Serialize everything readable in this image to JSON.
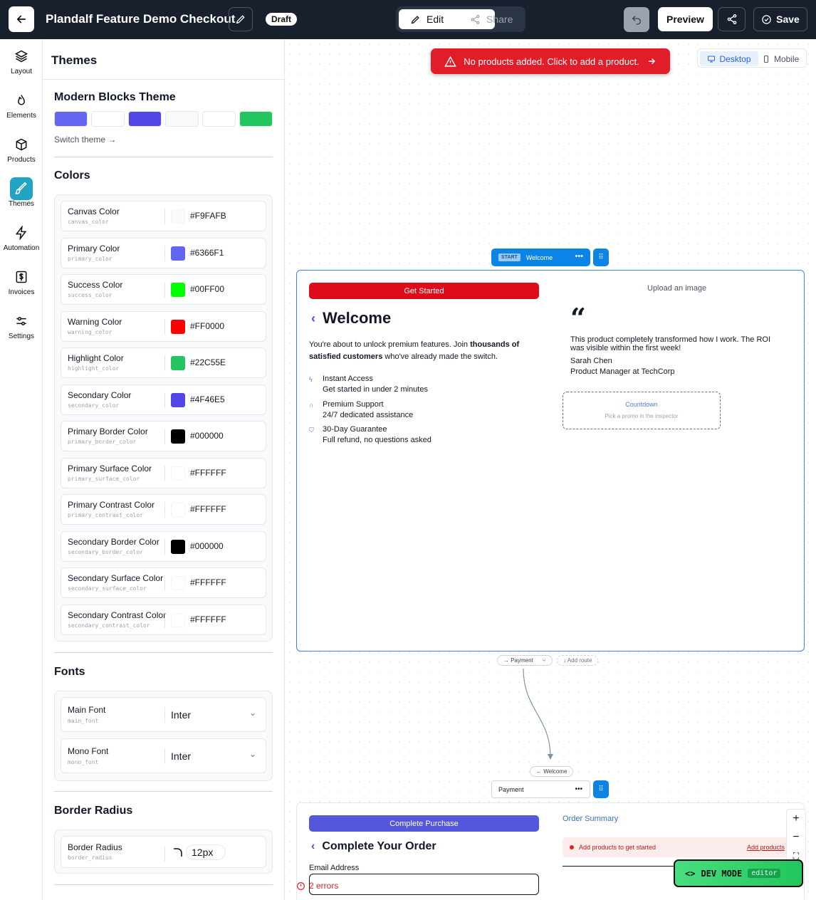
{
  "header": {
    "title": "Plandalf Feature Demo Checkout",
    "status_badge": "Draft",
    "edit_label": "Edit",
    "share_tab_label": "Share",
    "preview_label": "Preview",
    "save_label": "Save"
  },
  "rail": [
    {
      "label": "Layout",
      "icon": "layers-icon"
    },
    {
      "label": "Elements",
      "icon": "flame-icon"
    },
    {
      "label": "Products",
      "icon": "box-icon"
    },
    {
      "label": "Themes",
      "icon": "brush-icon",
      "active": true
    },
    {
      "label": "Automation",
      "icon": "bolt-icon"
    },
    {
      "label": "Invoices",
      "icon": "dollar-file-icon"
    },
    {
      "label": "Settings",
      "icon": "sliders-icon"
    }
  ],
  "panel": {
    "title": "Themes",
    "theme_name": "Modern Blocks Theme",
    "theme_swatches": [
      "#6366f1",
      "#ffffff",
      "#4f46e5",
      "#f9fafb",
      "#ffffff",
      "#22c55e"
    ],
    "switch_theme": "Switch theme →",
    "colors_heading": "Colors",
    "colors": [
      {
        "label": "Canvas Color",
        "key": "canvas_color",
        "hex": "#F9FAFB",
        "swatch": "#F9FAFB"
      },
      {
        "label": "Primary Color",
        "key": "primary_color",
        "hex": "#6366F1",
        "swatch": "#6366F1"
      },
      {
        "label": "Success Color",
        "key": "success_color",
        "hex": "#00FF00",
        "swatch": "#00FF00"
      },
      {
        "label": "Warning Color",
        "key": "warning_color",
        "hex": "#FF0000",
        "swatch": "#FF0000"
      },
      {
        "label": "Highlight Color",
        "key": "highlight_color",
        "hex": "#22C55E",
        "swatch": "#22C55E"
      },
      {
        "label": "Secondary Color",
        "key": "secondary_color",
        "hex": "#4F46E5",
        "swatch": "#4F46E5"
      },
      {
        "label": "Primary Border Color",
        "key": "primary_border_color",
        "hex": "#000000",
        "swatch": "#000000"
      },
      {
        "label": "Primary Surface Color",
        "key": "primary_surface_color",
        "hex": "#FFFFFF",
        "swatch": "#FFFFFF"
      },
      {
        "label": "Primary Contrast Color",
        "key": "primary_contrast_color",
        "hex": "#FFFFFF",
        "swatch": "#FFFFFF"
      },
      {
        "label": "Secondary Border Color",
        "key": "secondary_border_color",
        "hex": "#000000",
        "swatch": "#000000"
      },
      {
        "label": "Secondary Surface Color",
        "key": "secondary_surface_color",
        "hex": "#FFFFFF",
        "swatch": "#FFFFFF"
      },
      {
        "label": "Secondary Contrast Color",
        "key": "secondary_contrast_color",
        "hex": "#FFFFFF",
        "swatch": "#FFFFFF"
      }
    ],
    "fonts_heading": "Fonts",
    "fonts": [
      {
        "label": "Main Font",
        "key": "main_font",
        "value": "Inter"
      },
      {
        "label": "Mono Font",
        "key": "mono_font",
        "value": "Inter"
      }
    ],
    "radius_heading": "Border Radius",
    "radius": {
      "label": "Border Radius",
      "key": "border_radius",
      "value": "12px"
    }
  },
  "canvas": {
    "alert": "No products added. Click to add a product.",
    "view_desktop": "Desktop",
    "view_mobile": "Mobile",
    "node1": {
      "tag": "START",
      "name": "Welcome"
    },
    "welcome": {
      "button": "Get Started",
      "button_color": "#e00b1a",
      "heading": "Welcome",
      "intro_a": "You're about to unlock premium features. Join ",
      "intro_b": "thousands of satisfied customers",
      "intro_c": " who've already made the switch.",
      "features": [
        {
          "title": "Instant Access",
          "desc": "Get started in under 2 minutes",
          "icon": "bolt-icon"
        },
        {
          "title": "Premium Support",
          "desc": "24/7 dedicated assistance",
          "icon": "headset-icon"
        },
        {
          "title": "30-Day Guarantee",
          "desc": "Full refund, no questions asked",
          "icon": "shield-icon"
        }
      ],
      "upload": "Upload an image",
      "quote": "This product completely transformed how I work. The ROI was visible within the first week!",
      "author": "Sarah Chen",
      "role": "Product Manager at TechCorp",
      "countdown_title": "Countdown",
      "countdown_hint": "Pick a promo in the inspector"
    },
    "edge_payment": "→ Payment",
    "edge_add_route": "↓ Add route",
    "edge_back": "← Welcome",
    "node2": {
      "name": "Payment"
    },
    "payment": {
      "button": "Complete Purchase",
      "button_color": "#5457d9",
      "heading": "Complete Your Order",
      "email_label": "Email Address",
      "summary": "Order Summary",
      "summary_msg": "Add products to get started",
      "summary_link": "Add products"
    },
    "errors": "2 errors",
    "dev_mode": "DEV MODE",
    "dev_tag": "editor"
  }
}
